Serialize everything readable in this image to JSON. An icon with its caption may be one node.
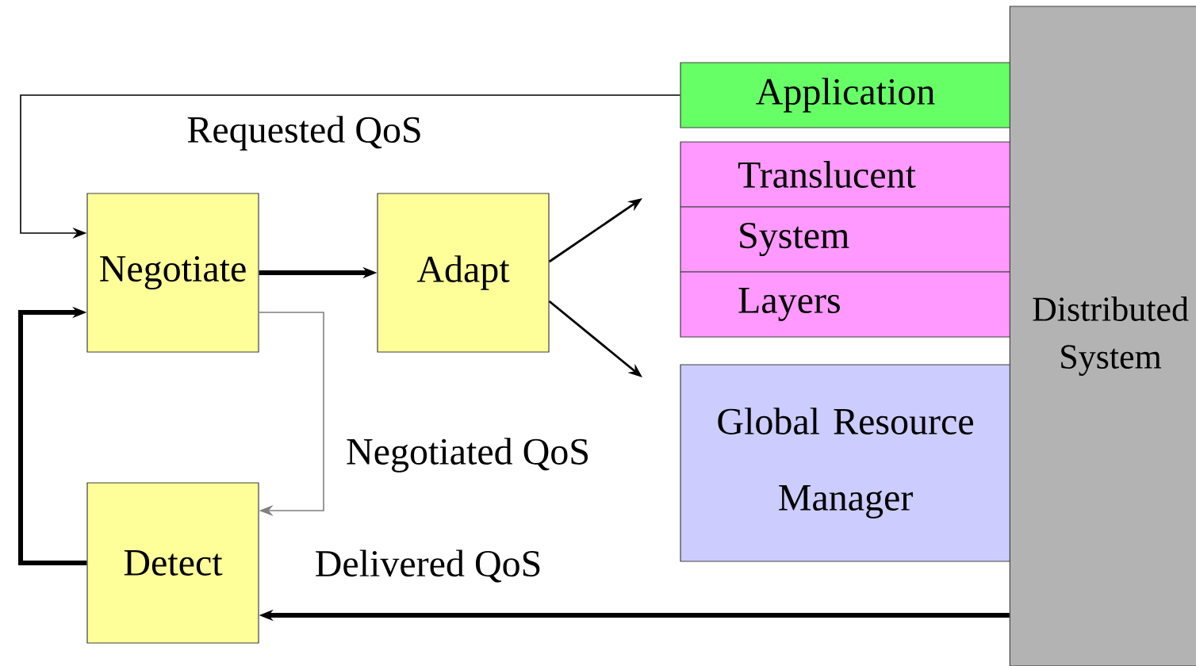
{
  "diagram": {
    "nodes": [
      {
        "text": [
          "Negotiate"
        ]
      },
      {
        "text": [
          "Adapt"
        ]
      },
      {
        "text": [
          "Detect"
        ]
      },
      {
        "text": [
          "Application"
        ]
      },
      {
        "text": [
          "Translucent"
        ]
      },
      {
        "text": [
          "System"
        ]
      },
      {
        "text": [
          "Layers"
        ]
      },
      {
        "text": [
          "Global Resource Manager"
        ]
      },
      {
        "text": [
          "Distributed System"
        ]
      }
    ],
    "edges": [
      {
        "from": 3,
        "to": 0,
        "arrow": "to",
        "label": "Requested QoS"
      },
      {
        "from": 0,
        "to": 1,
        "arrow": "to",
        "style": "thick"
      },
      {
        "from": 1,
        "to": null,
        "arrow": "to"
      },
      {
        "from": 1,
        "to": null,
        "arrow": "to"
      },
      {
        "from": 0,
        "to": 2,
        "arrow": "to",
        "label": "Negotiated QoS",
        "color": "#808080"
      },
      {
        "from": 2,
        "to": 0,
        "arrow": "to",
        "style": "thick"
      },
      {
        "from": 8,
        "to": 2,
        "arrow": "to",
        "style": "thick",
        "label": "Delivered QoS"
      }
    ]
  }
}
